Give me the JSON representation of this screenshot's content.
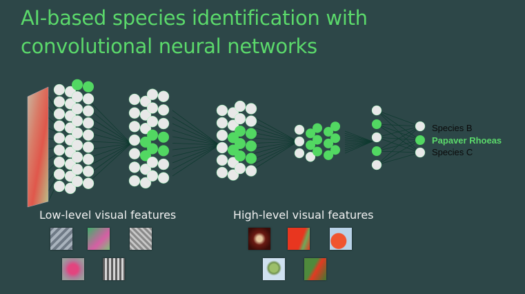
{
  "title": {
    "line1": "AI-based species identification with",
    "line2": "convolutional neural networks"
  },
  "outputs": [
    {
      "label": "Species B",
      "highlight": false
    },
    {
      "label": "Papaver Rhoeas",
      "highlight": true
    },
    {
      "label": "Species C",
      "highlight": false
    }
  ],
  "sections": {
    "low": "Low-level visual features",
    "high": "High-level visual features"
  },
  "colors": {
    "background": "#2d4748",
    "accent_green": "#5bd96b",
    "node_white": "#e8e8e8",
    "node_green": "#52d862",
    "edge": "#0f3a30"
  }
}
